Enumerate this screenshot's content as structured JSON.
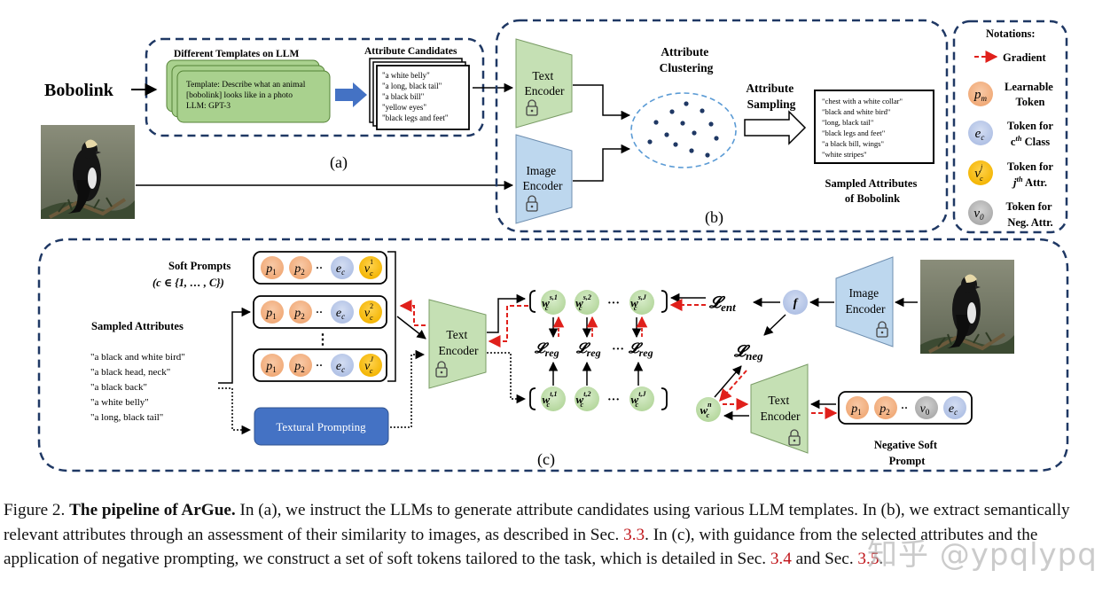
{
  "panel_a": {
    "bird_name": "Bobolink",
    "templates_title": "Different Templates on LLM",
    "template_lines": [
      "Template: Describe what an animal",
      "[bobolink] looks like in a photo",
      "LLM: GPT-3"
    ],
    "candidates_title": "Attribute Candidates",
    "candidates": [
      "\"a white belly\"",
      "\"a long, black tail\"",
      "\"a black bill\"",
      "\"yellow eyes\"",
      "\"black legs and feet\""
    ],
    "label": "(a)"
  },
  "panel_b": {
    "text_encoder": [
      "Text",
      "Encoder"
    ],
    "image_encoder": [
      "Image",
      "Encoder"
    ],
    "clustering_title": [
      "Attribute",
      "Clustering"
    ],
    "sampling_title": [
      "Attribute",
      "Sampling"
    ],
    "sampled": [
      "\"chest with a white collar\"",
      "\"black and white bird\"",
      "\"long, black tail\"",
      "\"black legs and feet\"",
      "\"a black bill, wings\"",
      "\"white stripes\""
    ],
    "sampled_title": [
      "Sampled Attributes",
      "of Bobolink"
    ],
    "label": "(b)"
  },
  "notations": {
    "title": "Notations:",
    "gradient": "Gradient",
    "items": [
      {
        "sym": "p",
        "sub": "m",
        "line1": "Learnable",
        "line2": "Token",
        "color": "#f4b183"
      },
      {
        "sym": "e",
        "sub": "c",
        "line1": "Token for",
        "line2": "c^th Class",
        "color": "#bccdea"
      },
      {
        "sym": "v",
        "sub": "c",
        "sup": "j",
        "line1": "Token for",
        "line2": "j^th Attr.",
        "color": "#ffc000"
      },
      {
        "sym": "v",
        "sub": "0",
        "line1": "Token for",
        "line2": "Neg. Attr.",
        "color": "#bfbfbf"
      }
    ]
  },
  "panel_c": {
    "soft_prompts_title": "Soft Prompts",
    "soft_prompts_sub": "(c ∈ {1, … , C})",
    "sampled_title": "Sampled Attributes",
    "sampled": [
      "\"a black and white bird\"",
      "\"a black head, neck\"",
      "\"a black back\"",
      "\"a white belly\"",
      "\"a long, black tail\""
    ],
    "textural_prompting": "Textural Prompting",
    "text_encoder": [
      "Text",
      "Encoder"
    ],
    "image_encoder": [
      "Image",
      "Encoder"
    ],
    "loss_ent": "ent",
    "loss_reg": "reg",
    "loss_neg": "neg",
    "feature": "f",
    "neg_title": [
      "Negative Soft",
      "Prompt"
    ],
    "label": "(c)"
  },
  "colors": {
    "dash_border": "#1f3864",
    "template_green": "#a9d18e",
    "encoder_green": "#c5e0b4",
    "encoder_blue": "#bdd7ee",
    "gradient_red": "#e0201b",
    "prompt_blue": "#4472c4",
    "token_orange": "#f4b183",
    "token_blue": "#bccdea",
    "token_yellow": "#ffc000",
    "token_grey": "#bfbfbf",
    "w_green": "#c5e0b4"
  },
  "caption": {
    "prefix": "Figure 2.",
    "bold": "The pipeline of ArGue.",
    "t1": "In (a), we instruct the LLMs to generate attribute candidates using various LLM templates. In (b), we extract semantically relevant attributes through an assessment of their similarity to images, as described in Sec.",
    "r1": "3.3",
    "t2": ". In (c), with guidance from the selected attributes and the application of negative prompting, we construct a set of soft tokens tailored to the task, which is detailed in Sec.",
    "r2": "3.4",
    "t3": "and Sec.",
    "r3": "3.5",
    "t4": "."
  },
  "watermark": "知乎 @ypqlypq"
}
